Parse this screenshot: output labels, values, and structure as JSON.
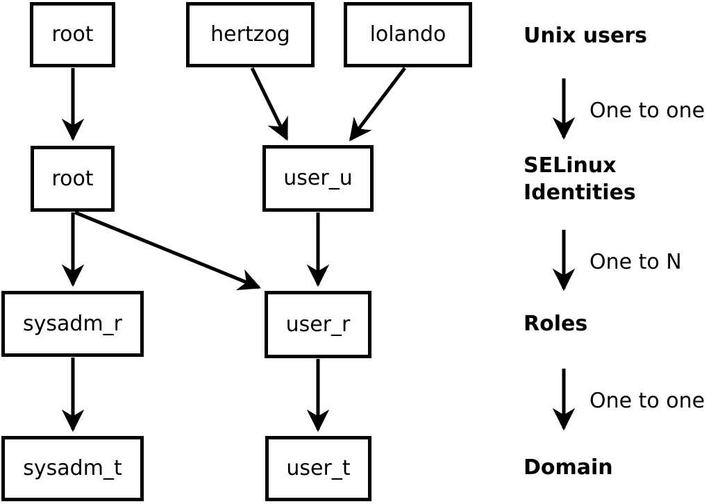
{
  "colors": {
    "background": "#ffffff",
    "line": "#000000",
    "text": "#000000"
  },
  "nodes": [
    {
      "id": "unix-root",
      "label": "root",
      "level": "Unix users"
    },
    {
      "id": "unix-hertzog",
      "label": "hertzog",
      "level": "Unix users"
    },
    {
      "id": "unix-lolando",
      "label": "lolando",
      "level": "Unix users"
    },
    {
      "id": "selinux-root",
      "label": "root",
      "level": "SELinux Identities"
    },
    {
      "id": "selinux-user-u",
      "label": "user_u",
      "level": "SELinux Identities"
    },
    {
      "id": "role-sysadm-r",
      "label": "sysadm_r",
      "level": "Roles"
    },
    {
      "id": "role-user-r",
      "label": "user_r",
      "level": "Roles"
    },
    {
      "id": "domain-sysadm-t",
      "label": "sysadm_t",
      "level": "Domain"
    },
    {
      "id": "domain-user-t",
      "label": "user_t",
      "level": "Domain"
    }
  ],
  "edges": [
    {
      "from": "unix-root",
      "to": "selinux-root"
    },
    {
      "from": "unix-hertzog",
      "to": "selinux-user-u"
    },
    {
      "from": "unix-lolando",
      "to": "selinux-user-u"
    },
    {
      "from": "selinux-root",
      "to": "role-sysadm-r"
    },
    {
      "from": "selinux-root",
      "to": "role-user-r"
    },
    {
      "from": "selinux-user-u",
      "to": "role-user-r"
    },
    {
      "from": "role-sysadm-r",
      "to": "domain-sysadm-t"
    },
    {
      "from": "role-user-r",
      "to": "domain-user-t"
    }
  ],
  "legend": {
    "levels": [
      "Unix users",
      "SELinux Identities",
      "Roles",
      "Domain"
    ],
    "relations": [
      "One to one",
      "One to N",
      "One to one"
    ]
  }
}
